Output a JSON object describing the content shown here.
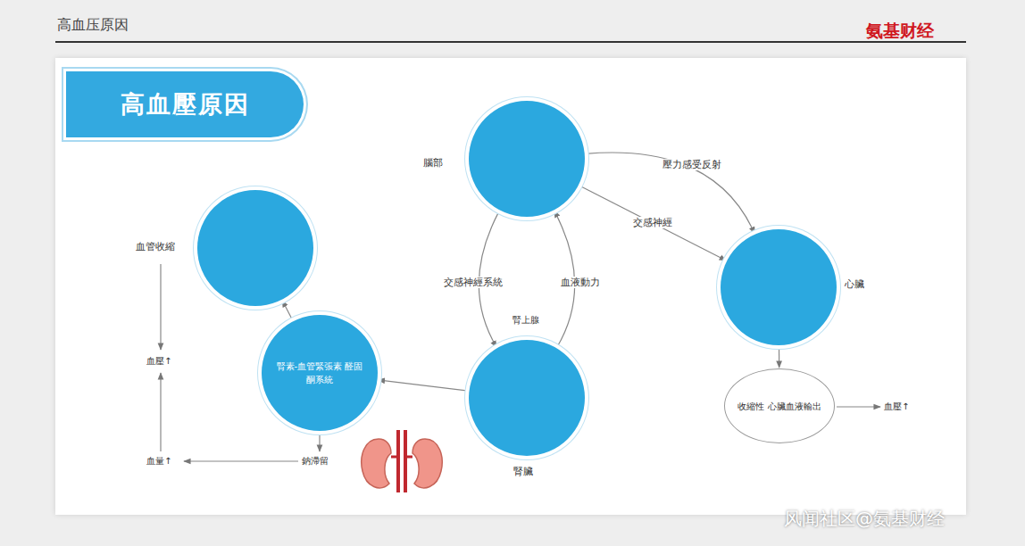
{
  "diagram": {
    "title": "高血壓原因",
    "nodes": [
      {
        "text": [
          "高血壓原因"
        ]
      },
      {
        "text": [
          "腦部"
        ]
      },
      {
        "text": [
          "血管收縮"
        ]
      },
      {
        "text": [
          "心臟"
        ]
      },
      {
        "text": [
          "腎素-血管緊張素 醛固酮系統"
        ]
      },
      {
        "text": [
          "腎臟"
        ]
      },
      {
        "text": [
          "收縮性 心臟血液輸出"
        ]
      }
    ],
    "edges": [
      {
        "from": 1,
        "to": 3,
        "label": "壓力感受反射",
        "arrow": "to"
      },
      {
        "from": 1,
        "to": 3,
        "label": "交感神經",
        "arrow": "to"
      },
      {
        "from": 1,
        "to": 5,
        "label": "交感神經系統",
        "arrow": "to"
      },
      {
        "from": 5,
        "to": 1,
        "label": "血液動力",
        "arrow": "to"
      },
      {
        "from": 5,
        "to": 4,
        "arrow": "to"
      },
      {
        "from": 4,
        "to": 2,
        "arrow": "to"
      },
      {
        "from": 3,
        "to": 6,
        "arrow": "to"
      }
    ],
    "labels": [
      "高血压原因",
      "氨基财经",
      "腎上腺",
      "血壓↑",
      "血量↑",
      "鈉滯留",
      "血壓↑",
      "风闻社区@氨基财经"
    ]
  }
}
